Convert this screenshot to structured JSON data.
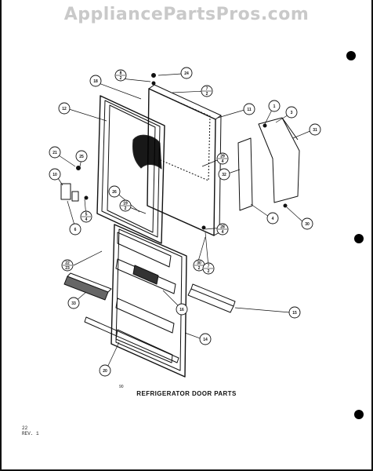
{
  "watermark": "AppliancePartsPros.com",
  "caption": "REFRIGERATOR DOOR PARTS",
  "small_mark": "90",
  "revision": {
    "line1": "22",
    "line2": "REV. 1"
  },
  "callouts": [
    {
      "id": "c24",
      "label": "24"
    },
    {
      "id": "c1",
      "label": "1"
    },
    {
      "id": "c3",
      "label": "3"
    },
    {
      "id": "c31",
      "label": "31"
    },
    {
      "id": "c11",
      "label": "11"
    },
    {
      "id": "c18",
      "label": "18"
    },
    {
      "id": "c12",
      "label": "12"
    },
    {
      "id": "c21",
      "label": "21"
    },
    {
      "id": "c25",
      "label": "25"
    },
    {
      "id": "c10",
      "label": "10"
    },
    {
      "id": "c6",
      "label": "6"
    },
    {
      "id": "c26",
      "label": "26"
    },
    {
      "id": "c32",
      "label": "32"
    },
    {
      "id": "c4",
      "label": "4"
    },
    {
      "id": "c30",
      "label": "30"
    },
    {
      "id": "c15",
      "label": "15"
    },
    {
      "id": "c16",
      "label": "16"
    },
    {
      "id": "c14",
      "label": "14"
    },
    {
      "id": "c33",
      "label": "33"
    },
    {
      "id": "c20",
      "label": "20"
    }
  ],
  "split_callouts": [
    {
      "id": "s_top1",
      "top": "8",
      "bottom": "2"
    },
    {
      "id": "s_top2",
      "top": "7",
      "bottom": "2"
    },
    {
      "id": "s_mid1",
      "top": "29",
      "bottom": "4"
    },
    {
      "id": "s_left1",
      "top": "5",
      "bottom": "4"
    },
    {
      "id": "s_door",
      "top": "19",
      "bottom": "2"
    },
    {
      "id": "s_hinge1",
      "top": "28",
      "bottom": "4"
    },
    {
      "id": "s_hinge2",
      "top": "30",
      "bottom": "2"
    },
    {
      "id": "s_hinge3",
      "top": "7",
      "bottom": "2"
    },
    {
      "id": "s_liner",
      "top": "22",
      "bottom": "23"
    }
  ]
}
